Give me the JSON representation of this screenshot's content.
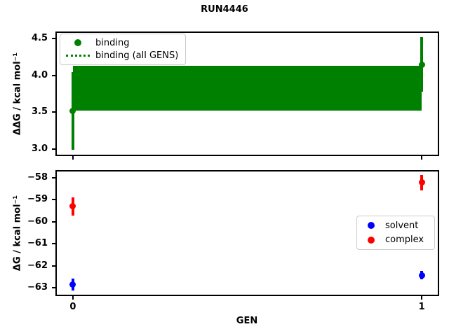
{
  "title": "RUN4446",
  "chart_data": [
    {
      "type": "scatter",
      "panel": "top",
      "ylabel": "ΔΔG / kcal mol⁻¹",
      "xlabel": "",
      "xlim": [
        -0.05,
        1.05
      ],
      "ylim": [
        2.9,
        4.6
      ],
      "yticks": [
        3.0,
        3.5,
        4.0,
        4.5
      ],
      "ytick_labels": [
        "3.0",
        "3.5",
        "4.0",
        "4.5"
      ],
      "xticks": [
        0,
        1
      ],
      "xtick_labels": [
        "",
        ""
      ],
      "grid": false,
      "band": {
        "label": "binding (all GENS)",
        "color": "#008000",
        "x0": 0,
        "x1": 1,
        "lo": 3.52,
        "hi": 4.13
      },
      "series": [
        {
          "name": "binding",
          "color": "#008000",
          "marker": "circle",
          "x": [
            0,
            1
          ],
          "y": [
            3.52,
            4.15
          ],
          "yerr_lo": [
            0.53,
            0.37
          ],
          "yerr_hi": [
            0.53,
            0.37
          ]
        }
      ],
      "legend": {
        "position": "upper left",
        "entries": [
          {
            "label": "binding",
            "swatch": "dot",
            "color": "#008000"
          },
          {
            "label": "binding (all GENS)",
            "swatch": "dotted-line",
            "color": "#008000"
          }
        ]
      }
    },
    {
      "type": "scatter",
      "panel": "bottom",
      "ylabel": "ΔG / kcal mol⁻¹",
      "xlabel": "GEN",
      "xlim": [
        -0.05,
        1.05
      ],
      "ylim": [
        -63.37,
        -57.65
      ],
      "yticks": [
        -58,
        -59,
        -60,
        -61,
        -62,
        -63
      ],
      "ytick_labels": [
        "−58",
        "−59",
        "−60",
        "−61",
        "−62",
        "−63"
      ],
      "xticks": [
        0,
        1
      ],
      "xtick_labels": [
        "0",
        "1"
      ],
      "grid": false,
      "series": [
        {
          "name": "solvent",
          "color": "#0000ff",
          "marker": "circle",
          "x": [
            0,
            1
          ],
          "y": [
            -62.85,
            -62.42
          ],
          "yerr_lo": [
            0.28,
            0.2
          ],
          "yerr_hi": [
            0.28,
            0.2
          ]
        },
        {
          "name": "complex",
          "color": "#ff0000",
          "marker": "circle",
          "x": [
            0,
            1
          ],
          "y": [
            -59.3,
            -58.22
          ],
          "yerr_lo": [
            0.42,
            0.34
          ],
          "yerr_hi": [
            0.42,
            0.34
          ]
        }
      ],
      "legend": {
        "position": "center right",
        "entries": [
          {
            "label": "solvent",
            "swatch": "dot",
            "color": "#0000ff"
          },
          {
            "label": "complex",
            "swatch": "dot",
            "color": "#ff0000"
          }
        ]
      }
    }
  ]
}
